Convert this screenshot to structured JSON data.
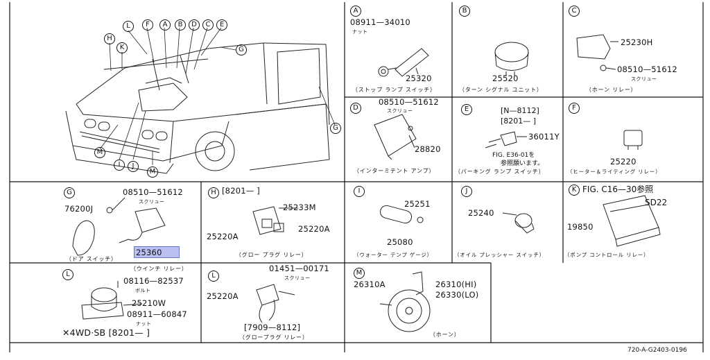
{
  "diagram": {
    "main_callouts": [
      "L",
      "F",
      "A",
      "B",
      "D",
      "C",
      "E",
      "H",
      "K",
      "G",
      "G",
      "M",
      "I",
      "J",
      "M"
    ],
    "panels": {
      "A": {
        "letter": "A",
        "part1": "08911—34010",
        "note1": "ナット",
        "part2": "25320",
        "caption": "（ストップ ランプ スイッチ）"
      },
      "B": {
        "letter": "B",
        "part1": "25520",
        "caption": "（ターン シグナル ユニット）"
      },
      "C": {
        "letter": "C",
        "part1": "25230H",
        "part2": "08510—51612",
        "note2": "スクリュー",
        "caption": "（ホーン リレー）"
      },
      "D": {
        "letter": "D",
        "part1": "08510—51612",
        "note1": "スクリュー",
        "part2": "28820",
        "caption": "（インターミテント アンプ）"
      },
      "E": {
        "letter": "E",
        "range1": "[N—8112]",
        "range2": "[8201—      ]",
        "part1": "36011Y",
        "ref1": "FIG. E36-01を",
        "ref2": "参照願います。",
        "caption": "（パーキング ランプ スイッチ）"
      },
      "F": {
        "letter": "F",
        "part1": "25220",
        "caption": "（ヒーター＆ライティング リレー）"
      },
      "G": {
        "letter": "G",
        "part1": "08510—51612",
        "note1": "スクリュー",
        "part2": "76200J",
        "part3": "25360",
        "caption": "（ドア スイッチ）"
      },
      "H": {
        "letter": "H",
        "range": "[8201—      ]",
        "part1": "25233M",
        "part2": "25220A",
        "part3": "25220A",
        "caption": "（グロー プラグ リレー）"
      },
      "I": {
        "letter": "I",
        "part1": "25251",
        "part2": "25080",
        "caption": "（ウォーター テンプ ゲージ）"
      },
      "J": {
        "letter": "J",
        "part1": "25240",
        "caption": "（オイル プレッシャー スイッチ）"
      },
      "K": {
        "letter": "K",
        "ref": "FIG. C16—30参照",
        "model": "SD22",
        "part1": "19850",
        "caption": "（ポンプ コントロール リレー）"
      },
      "L1": {
        "letter": "L",
        "caption": "（ウインチ リレー）",
        "part1": "08116—82537",
        "note1": "ボルト",
        "part2": "25210W",
        "part3": "08911—60847",
        "note3": "ナット",
        "footer": "✕4WD·SB [8201—      ]"
      },
      "L2": {
        "letter": "L",
        "part1": "01451—00171",
        "note1": "スクリュー",
        "part2": "25220A",
        "range": "[7909—8112]",
        "caption": "（グロープラグ リレー）"
      },
      "M": {
        "letter": "M",
        "part1": "26310A",
        "part2": "26310(HI)",
        "part3": "26330(LO)",
        "caption": "（ホーン）"
      }
    },
    "figure_code": "720-A-G2403-0196"
  }
}
